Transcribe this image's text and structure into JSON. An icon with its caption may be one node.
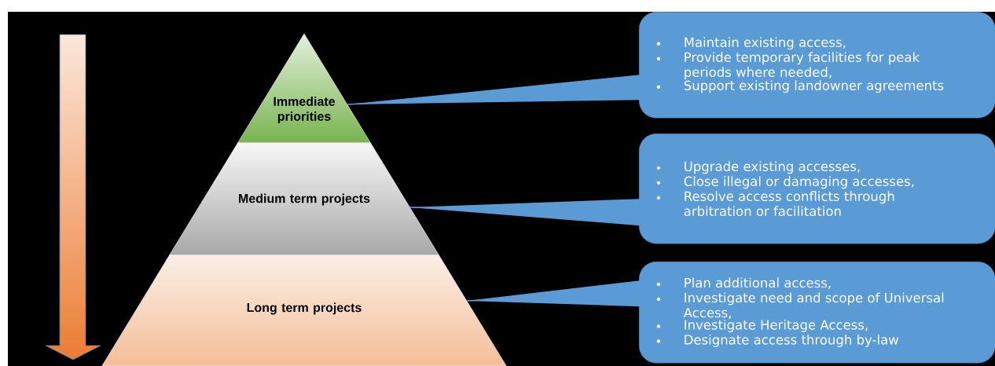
{
  "diagram": {
    "nodes": [
      {
        "text": [
          "Immediate priorities"
        ]
      },
      {
        "text": [
          "Medium term projects"
        ]
      },
      {
        "text": [
          "Long term projects"
        ]
      },
      {
        "text": [
          "Maintain existing access,",
          "Provide temporary facilities for peak periods where needed,",
          "Support existing landowner agreements"
        ]
      },
      {
        "text": [
          "Upgrade existing accesses,",
          "Close illegal or damaging accesses,",
          "Resolve access conflicts through arbitration or facilitation"
        ]
      },
      {
        "text": [
          "Plan additional access,",
          "Investigate need and scope of Universal Access,",
          "Investigate Heritage Access,",
          "Designate access through by-law"
        ]
      }
    ],
    "edges": [
      {
        "from": 3,
        "to": 0,
        "arrow": "none"
      },
      {
        "from": 4,
        "to": 1,
        "arrow": "none"
      },
      {
        "from": 5,
        "to": 2,
        "arrow": "none"
      }
    ]
  }
}
